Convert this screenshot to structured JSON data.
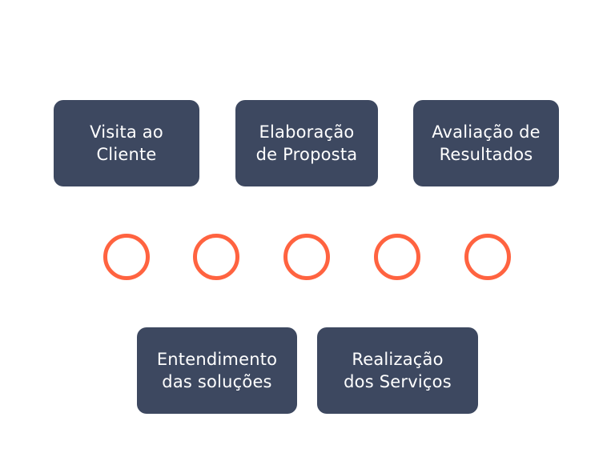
{
  "diagram": {
    "colors": {
      "box_fill": "#3d4860",
      "box_text": "#ffffff",
      "circle_stroke": "#ff6340",
      "background": "#ffffff"
    },
    "top_steps": [
      {
        "label": "Visita ao\nCliente"
      },
      {
        "label": "Elaboração\nde Proposta"
      },
      {
        "label": "Avaliação de\nResultados"
      }
    ],
    "markers_count": 5,
    "bottom_steps": [
      {
        "label": "Entendimento\ndas soluções"
      },
      {
        "label": "Realização\ndos Serviços"
      }
    ]
  }
}
